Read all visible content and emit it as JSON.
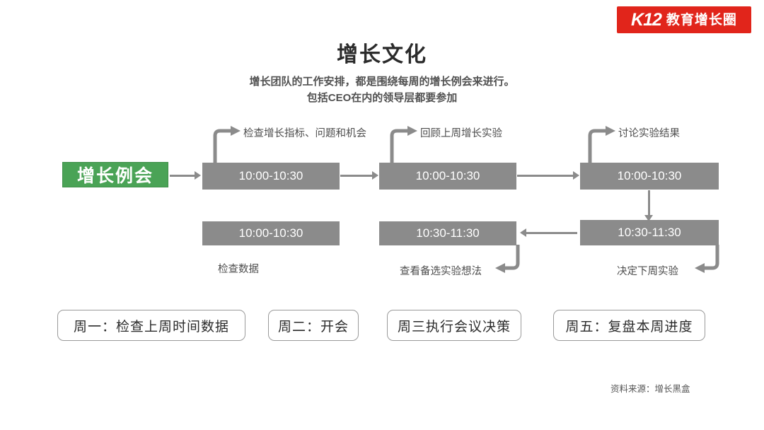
{
  "logo": {
    "mark": "K12",
    "name": "教育增长圈"
  },
  "header": {
    "title": "增长文化",
    "subtitle_line1": "增长团队的工作安排，都是围绕每周的增长例会来进行。",
    "subtitle_line2": "包括CEO在内的领导层都要参加"
  },
  "flow": {
    "start_box": {
      "label": "增长例会",
      "color": "#4aa356"
    },
    "row1": [
      {
        "time": "10:00-10:30",
        "callout": "检查增长指标、问题和机会"
      },
      {
        "time": "10:00-10:30",
        "callout": "回顾上周增长实验"
      },
      {
        "time": "10:00-10:30",
        "callout": "讨论实验结果"
      }
    ],
    "row2": [
      {
        "time": "10:00-10:30",
        "caption": "检查数据"
      },
      {
        "time": "10:30-11:30",
        "caption": "查看备选实验想法"
      },
      {
        "time": "10:30-11:30",
        "caption": "决定下周实验"
      }
    ],
    "box_color": "#8b8b8b"
  },
  "days": [
    {
      "label": "周一：检查上周时间数据"
    },
    {
      "label": "周二：开会"
    },
    {
      "label": "周三执行会议决策"
    },
    {
      "label": "周五：复盘本周进度"
    }
  ],
  "footer": {
    "source": "资料来源：增长黑盒"
  }
}
